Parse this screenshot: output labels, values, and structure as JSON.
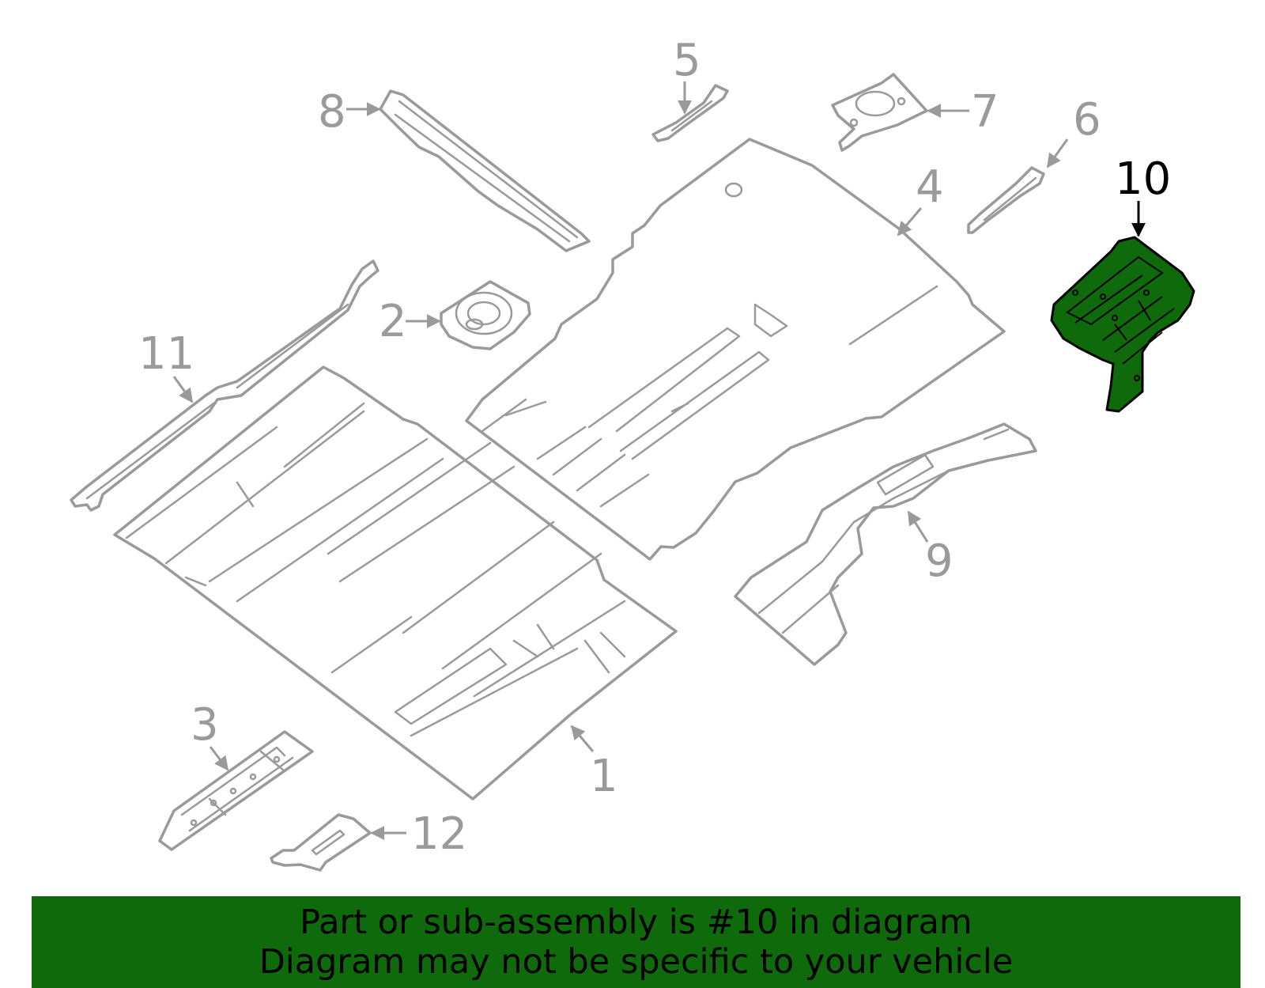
{
  "diagram": {
    "highlighted_part": "10",
    "highlight_color": "#0f6a0b",
    "line_color": "#9a9a9a",
    "callouts": {
      "c1": "1",
      "c2": "2",
      "c3": "3",
      "c4": "4",
      "c5": "5",
      "c6": "6",
      "c7": "7",
      "c8": "8",
      "c9": "9",
      "c10": "10",
      "c11": "11",
      "c12": "12"
    }
  },
  "banner": {
    "line1": "Part or sub-assembly is #10 in diagram",
    "line2": "Diagram may not be specific to your vehicle",
    "background": "#0f6a0b"
  }
}
